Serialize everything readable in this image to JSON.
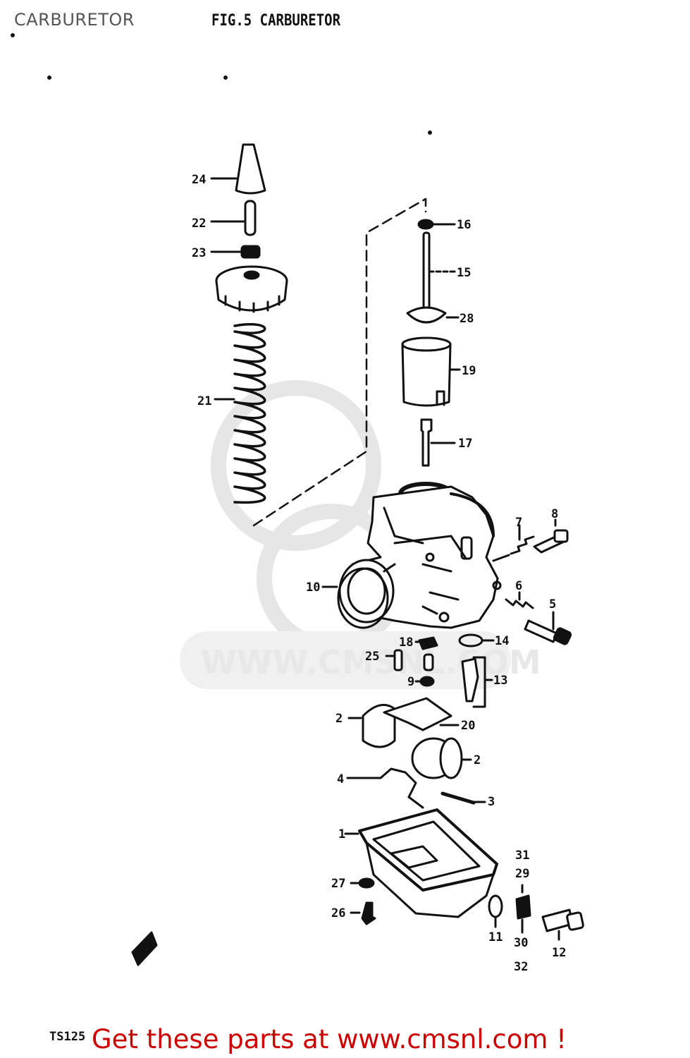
{
  "header": {
    "page_title": "CARBURETOR"
  },
  "figure": {
    "title": "FIG.5  CARBURETOR",
    "model_code": "TS125"
  },
  "watermark": {
    "text": "WWW.CMSNL.COM"
  },
  "banner": {
    "text": "Get these parts at www.cmsnl.com !"
  },
  "callouts": {
    "c24": "24",
    "c22": "22",
    "c23": "23",
    "c21": "21",
    "c16": "16",
    "c15": "15",
    "c28": "28",
    "c19": "19",
    "c17": "17",
    "c7": "7",
    "c8": "8",
    "c10": "10",
    "c6": "6",
    "c5": "5",
    "c18": "18",
    "c14": "14",
    "c25": "25",
    "c9": "9",
    "c13": "13",
    "c2a": "2",
    "c20": "20",
    "c2b": "2",
    "c4": "4",
    "c3": "3",
    "c1": "1",
    "c31": "31",
    "c29": "29",
    "c27": "27",
    "c26": "26",
    "c11": "11",
    "c30": "30",
    "c32": "32",
    "c12": "12"
  }
}
